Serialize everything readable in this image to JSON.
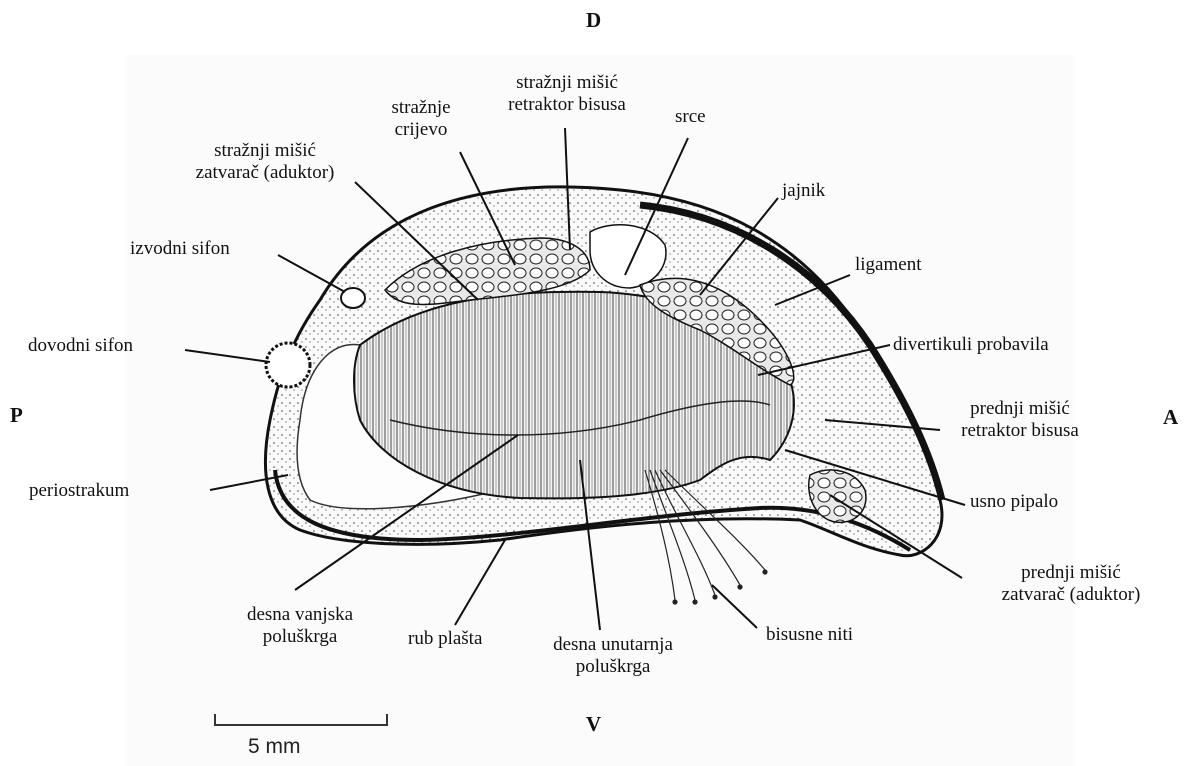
{
  "orientation": {
    "dorsal": "D",
    "ventral": "V",
    "posterior": "P",
    "anterior": "A"
  },
  "labels": {
    "straznji_retraktor": [
      "stražnji mišić",
      "retraktor bisusa"
    ],
    "straznje_crijevo": [
      "stražnje",
      "crijevo"
    ],
    "srce": [
      "srce"
    ],
    "straznji_zatvarac": [
      "stražnji mišić",
      "zatvarač (aduktor)"
    ],
    "jajnik": [
      "jajnik"
    ],
    "izvodni_sifon": [
      "izvodni sifon"
    ],
    "ligament": [
      "ligament"
    ],
    "dovodni_sifon": [
      "dovodni sifon"
    ],
    "divertikuli": [
      "divertikuli probavila"
    ],
    "prednji_retraktor": [
      "prednji mišić",
      "retraktor bisusa"
    ],
    "periostrakum": [
      "periostrakum"
    ],
    "usno_pipalo": [
      "usno pipalo"
    ],
    "prednji_zatvarac": [
      "prednji mišić",
      "zatvarač (aduktor)"
    ],
    "vanjska_poluskrga": [
      "desna vanjska",
      "poluškrga"
    ],
    "rub_plasta": [
      "rub plašta"
    ],
    "unutarnja_poluskrga": [
      "desna unutarnja",
      "poluškrga"
    ],
    "bisusne_niti": [
      "bisusne niti"
    ]
  },
  "scale_bar": {
    "label": "5 mm"
  }
}
